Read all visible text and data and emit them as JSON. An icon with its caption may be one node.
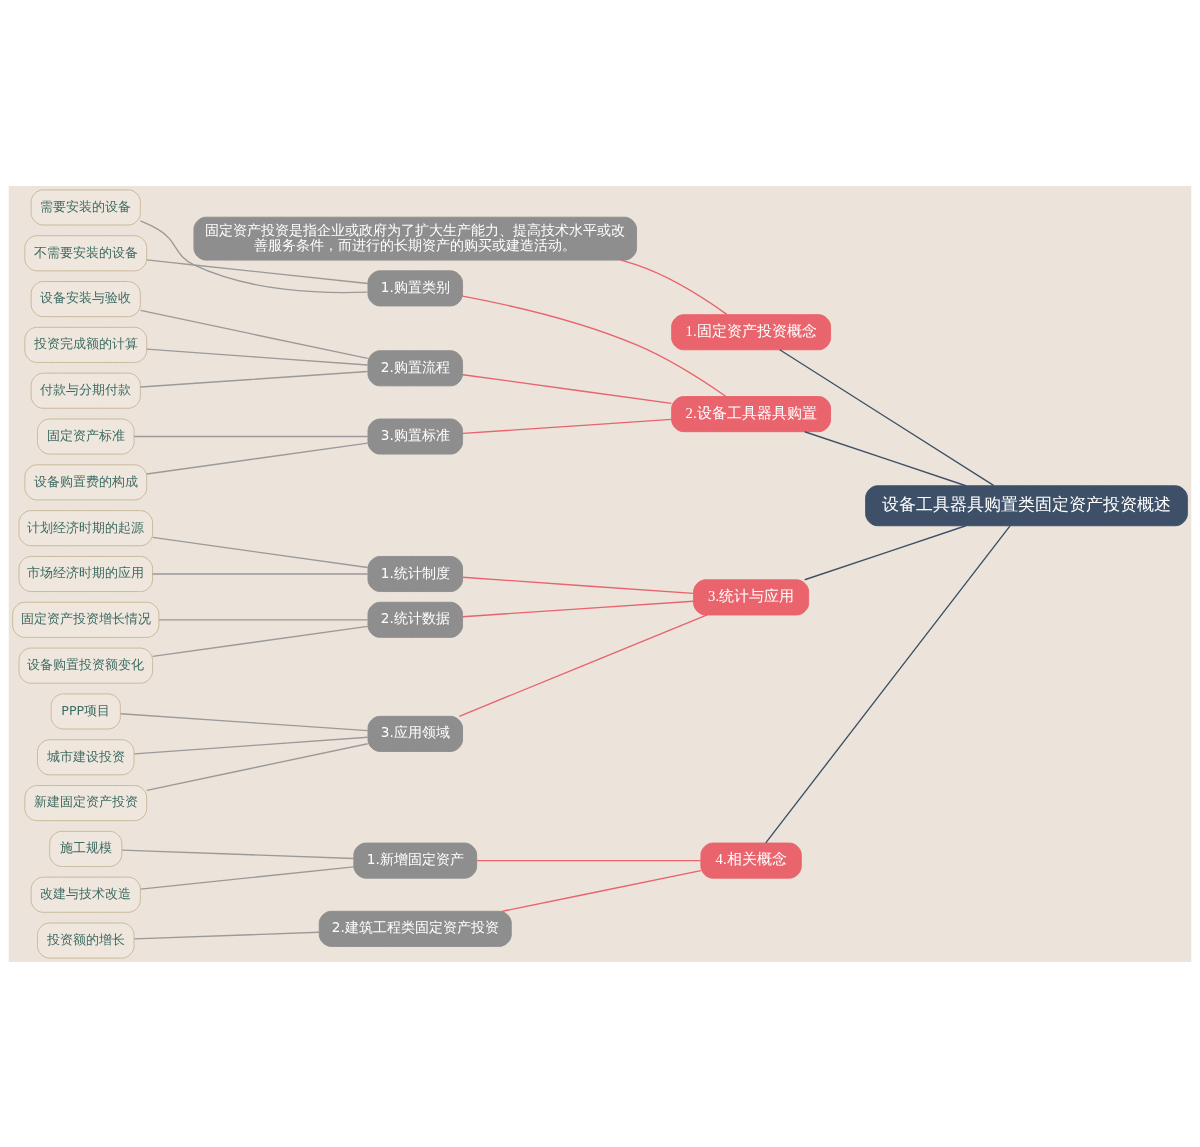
{
  "diagram": {
    "nodes": [
      {
        "text": [
          "设备工具器具购置类固定资产投资概述"
        ]
      },
      {
        "text": [
          "1.固定资产投资概念"
        ]
      },
      {
        "text": [
          "固定资产投资是指企业或政府为了扩大生产能力、提高技术水平或改善服务条件，而进行的长期资产的购买或建造活动。"
        ]
      },
      {
        "text": [
          "2.设备工具器具购置"
        ]
      },
      {
        "text": [
          "1.购置类别"
        ]
      },
      {
        "text": [
          "需要安装的设备"
        ]
      },
      {
        "text": [
          "不需要安装的设备"
        ]
      },
      {
        "text": [
          "2.购置流程"
        ]
      },
      {
        "text": [
          "设备安装与验收"
        ]
      },
      {
        "text": [
          "投资完成额的计算"
        ]
      },
      {
        "text": [
          "付款与分期付款"
        ]
      },
      {
        "text": [
          "3.购置标准"
        ]
      },
      {
        "text": [
          "固定资产标准"
        ]
      },
      {
        "text": [
          "设备购置费的构成"
        ]
      },
      {
        "text": [
          "3.统计与应用"
        ]
      },
      {
        "text": [
          "1.统计制度"
        ]
      },
      {
        "text": [
          "计划经济时期的起源"
        ]
      },
      {
        "text": [
          "市场经济时期的应用"
        ]
      },
      {
        "text": [
          "2.统计数据"
        ]
      },
      {
        "text": [
          "固定资产投资增长情况"
        ]
      },
      {
        "text": [
          "设备购置投资额变化"
        ]
      },
      {
        "text": [
          "3.应用领域"
        ]
      },
      {
        "text": [
          "PPP项目"
        ]
      },
      {
        "text": [
          "城市建设投资"
        ]
      },
      {
        "text": [
          "新建固定资产投资"
        ]
      },
      {
        "text": [
          "4.相关概念"
        ]
      },
      {
        "text": [
          "1.新增固定资产"
        ]
      },
      {
        "text": [
          "施工规模"
        ]
      },
      {
        "text": [
          "改建与技术改造"
        ]
      },
      {
        "text": [
          "2.建筑工程类固定资产投资"
        ]
      },
      {
        "text": [
          "投资额的增长"
        ]
      }
    ],
    "edges": [
      {
        "from": 0,
        "to": 1,
        "arrow": "none",
        "color": "#3d5068"
      },
      {
        "from": 1,
        "to": 2,
        "arrow": "none",
        "color": "#e8636b"
      },
      {
        "from": 0,
        "to": 3,
        "arrow": "none",
        "color": "#3d5068"
      },
      {
        "from": 3,
        "to": 4,
        "arrow": "none",
        "color": "#e8636b"
      },
      {
        "from": 4,
        "to": 5,
        "arrow": "none"
      },
      {
        "from": 4,
        "to": 6,
        "arrow": "none"
      },
      {
        "from": 3,
        "to": 7,
        "arrow": "none",
        "color": "#e8636b"
      },
      {
        "from": 7,
        "to": 8,
        "arrow": "none"
      },
      {
        "from": 7,
        "to": 9,
        "arrow": "none"
      },
      {
        "from": 7,
        "to": 10,
        "arrow": "none"
      },
      {
        "from": 3,
        "to": 11,
        "arrow": "none",
        "color": "#e8636b"
      },
      {
        "from": 11,
        "to": 12,
        "arrow": "none"
      },
      {
        "from": 11,
        "to": 13,
        "arrow": "none"
      },
      {
        "from": 0,
        "to": 14,
        "arrow": "none",
        "color": "#3d5068"
      },
      {
        "from": 14,
        "to": 15,
        "arrow": "none",
        "color": "#e8636b"
      },
      {
        "from": 15,
        "to": 16,
        "arrow": "none"
      },
      {
        "from": 15,
        "to": 17,
        "arrow": "none"
      },
      {
        "from": 14,
        "to": 18,
        "arrow": "none",
        "color": "#e8636b"
      },
      {
        "from": 18,
        "to": 19,
        "arrow": "none"
      },
      {
        "from": 18,
        "to": 20,
        "arrow": "none"
      },
      {
        "from": 14,
        "to": 21,
        "arrow": "none",
        "color": "#e8636b"
      },
      {
        "from": 21,
        "to": 22,
        "arrow": "none"
      },
      {
        "from": 21,
        "to": 23,
        "arrow": "none"
      },
      {
        "from": 21,
        "to": 24,
        "arrow": "none"
      },
      {
        "from": 0,
        "to": 25,
        "arrow": "none",
        "color": "#3d5068"
      },
      {
        "from": 25,
        "to": 26,
        "arrow": "none",
        "color": "#e8636b"
      },
      {
        "from": 26,
        "to": 27,
        "arrow": "none"
      },
      {
        "from": 26,
        "to": 28,
        "arrow": "none"
      },
      {
        "from": 25,
        "to": 29,
        "arrow": "none",
        "color": "#e8636b"
      },
      {
        "from": 29,
        "to": 30,
        "arrow": "none"
      }
    ]
  }
}
